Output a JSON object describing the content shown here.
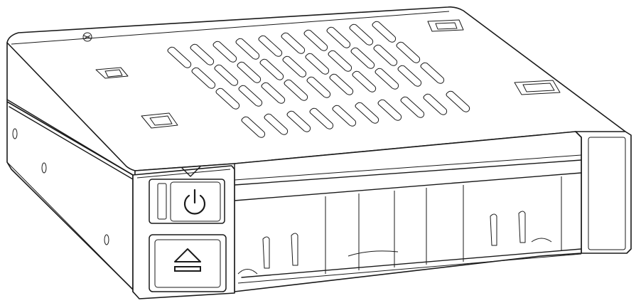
{
  "figure": {
    "subject": "hard-drive-mobile-rack",
    "colors": {
      "line": "#1a1a1a",
      "fill": "#ffffff"
    },
    "icons": {
      "power_button": "power-icon",
      "eject_button": "eject-icon"
    },
    "vent_slot_rows": [
      10,
      10,
      10,
      10
    ]
  }
}
